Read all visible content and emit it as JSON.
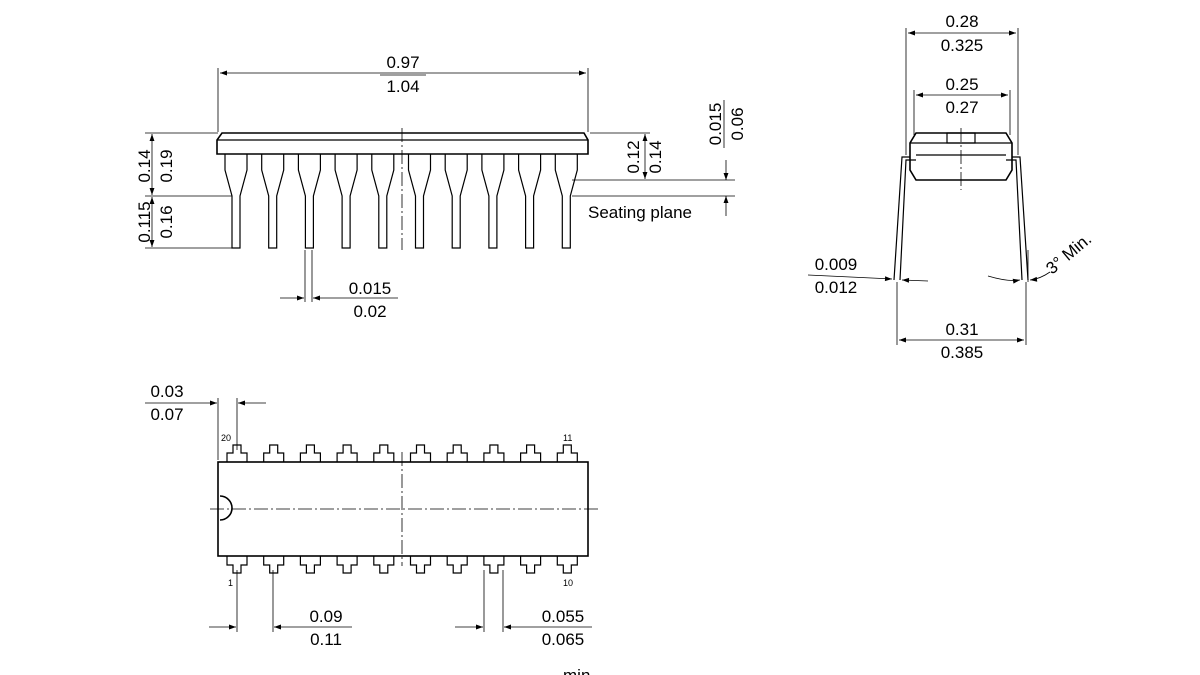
{
  "drawing": {
    "side_view": {
      "length_min": "0.97",
      "length_max": "1.04",
      "body_height_min": "0.14",
      "body_height_max": "0.19",
      "lead_length_min": "0.115",
      "lead_length_max": "0.16",
      "shoulder_min": "0.12",
      "shoulder_max": "0.14",
      "standoff_min": "0.015",
      "standoff_max": "0.06",
      "seating_plane_label": "Seating plane",
      "lead_width_min": "0.015",
      "lead_width_max": "0.02"
    },
    "end_view": {
      "body_width_min": "0.28",
      "body_width_max": "0.325",
      "inner_width_min": "0.25",
      "inner_width_max": "0.27",
      "lead_thickness_min": "0.009",
      "lead_thickness_max": "0.012",
      "lead_spread_min": "0.31",
      "lead_spread_max": "0.385",
      "angle_label": "3° Min."
    },
    "top_view": {
      "end_offset_min": "0.03",
      "end_offset_max": "0.07",
      "pin_20": "20",
      "pin_11": "11",
      "pin_1": "1",
      "pin_10": "10",
      "pitch_min": "0.09",
      "pitch_max": "0.11",
      "pad_width_min": "0.055",
      "pad_width_max": "0.065",
      "footer_fragment": "min"
    }
  }
}
